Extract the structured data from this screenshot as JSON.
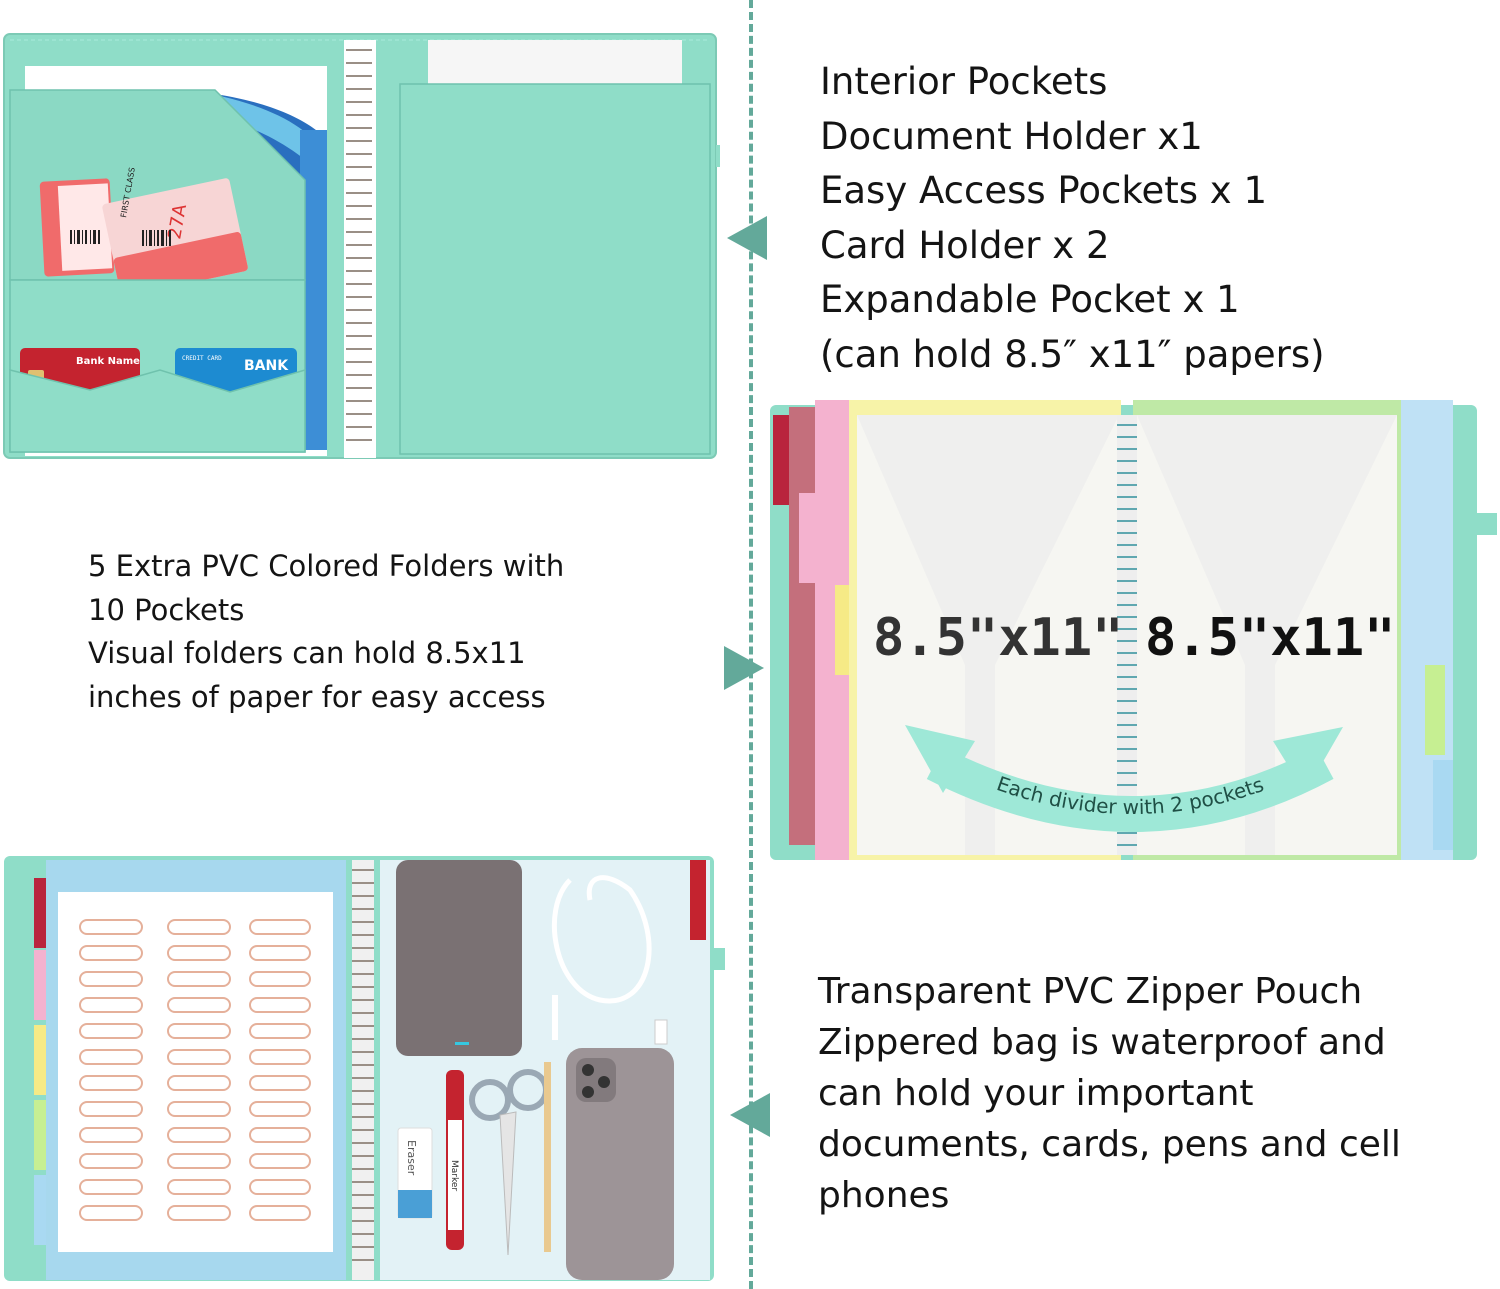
{
  "interior_caption": {
    "lines": [
      "Interior Pockets",
      "Document Holder x1",
      "Easy Access Pockets x 1",
      "Card Holder x 2",
      "Expandable Pocket x 1",
      "(can hold 8.5″ x11″ papers)"
    ]
  },
  "folders_caption": {
    "lines": [
      "5 Extra PVC Colored Folders with",
      "10 Pockets",
      "Visual folders can hold 8.5x11",
      "inches of paper for easy access"
    ]
  },
  "pouch_caption": {
    "lines": [
      "Transparent PVC Zipper Pouch",
      "Zippered bag is waterproof and",
      "can hold your important",
      "documents, cards, pens and cell",
      "phones"
    ]
  },
  "folder_photo": {
    "left_size_label": "8.5\"x11\"",
    "right_size_label": "8.5\"x11\"",
    "arrow_label": "Each divider with 2 pockets"
  },
  "interior_photo": {
    "ticket_label": "FIRST CLASS",
    "ticket_seat": "27A",
    "card_left_label": "Bank Name",
    "card_right_top": "CREDIT CARD",
    "card_right_label": "BANK"
  },
  "pouch_photo": {
    "eraser_label": "Eraser",
    "marker_label": "Marker"
  },
  "colors": {
    "binder_teal": "#8fddc8",
    "accent_teal": "#63a99a",
    "arrow_mint": "#9ee8d7"
  }
}
